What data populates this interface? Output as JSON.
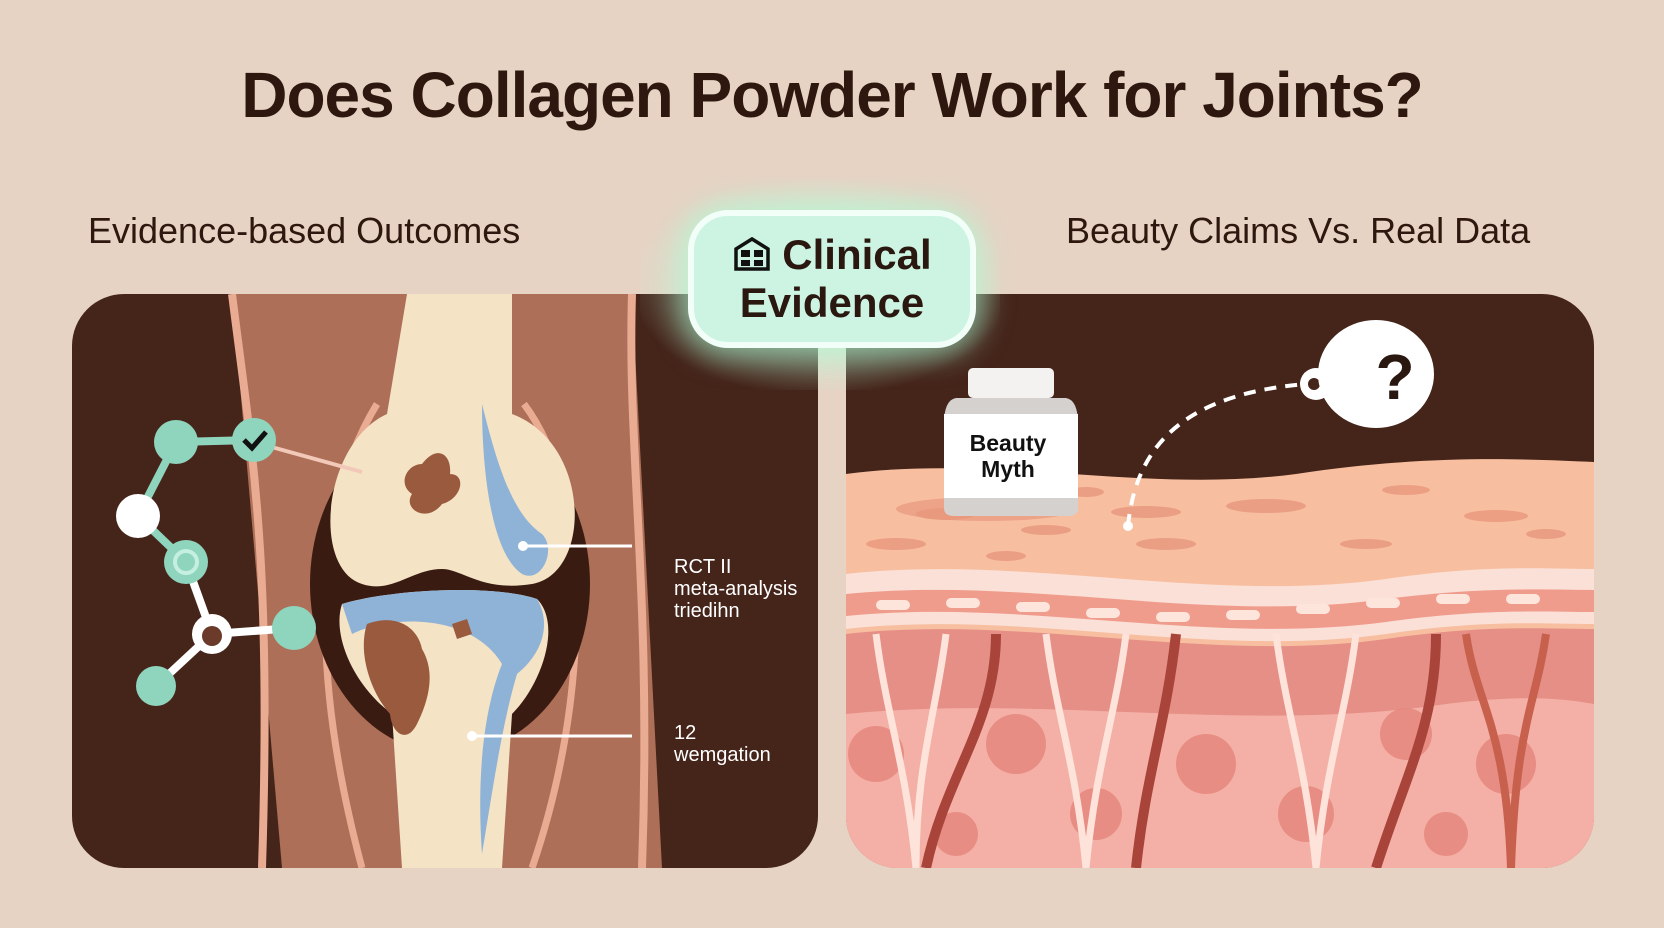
{
  "title": "Does Collagen Powder Work for Joints?",
  "left_section": {
    "heading": "Evidence-based Outcomes",
    "annotations": [
      {
        "lines": [
          "RCT II",
          "meta-analysis",
          "triedihn"
        ]
      },
      {
        "lines": [
          "12",
          "wemgation"
        ]
      }
    ],
    "icons": [
      "molecule-chain-icon",
      "checkmark-icon",
      "knee-joint-illustration"
    ]
  },
  "center_badge": {
    "line1": "Clinical",
    "line2": "Evidence",
    "icon": "clinic-building-icon"
  },
  "right_section": {
    "heading": "Beauty Claims Vs. Real Data",
    "bottle_label_line1": "Beauty",
    "bottle_label_line2": "Myth",
    "question_mark": "?",
    "icons": [
      "supplement-bottle-icon",
      "question-bubble-icon",
      "skin-layers-illustration"
    ]
  },
  "colors": {
    "background": "#e6d3c4",
    "panel_dark": "#45241a",
    "title_text": "#2e170e",
    "badge_fill": "#cdf4e2",
    "mint_accent": "#8fd4bd",
    "bone": "#f5e3c6",
    "cartilage_blue": "#8fb3d6",
    "skin_peach": "#f7bfa0",
    "dermis_pink": "#eb9a8e"
  }
}
